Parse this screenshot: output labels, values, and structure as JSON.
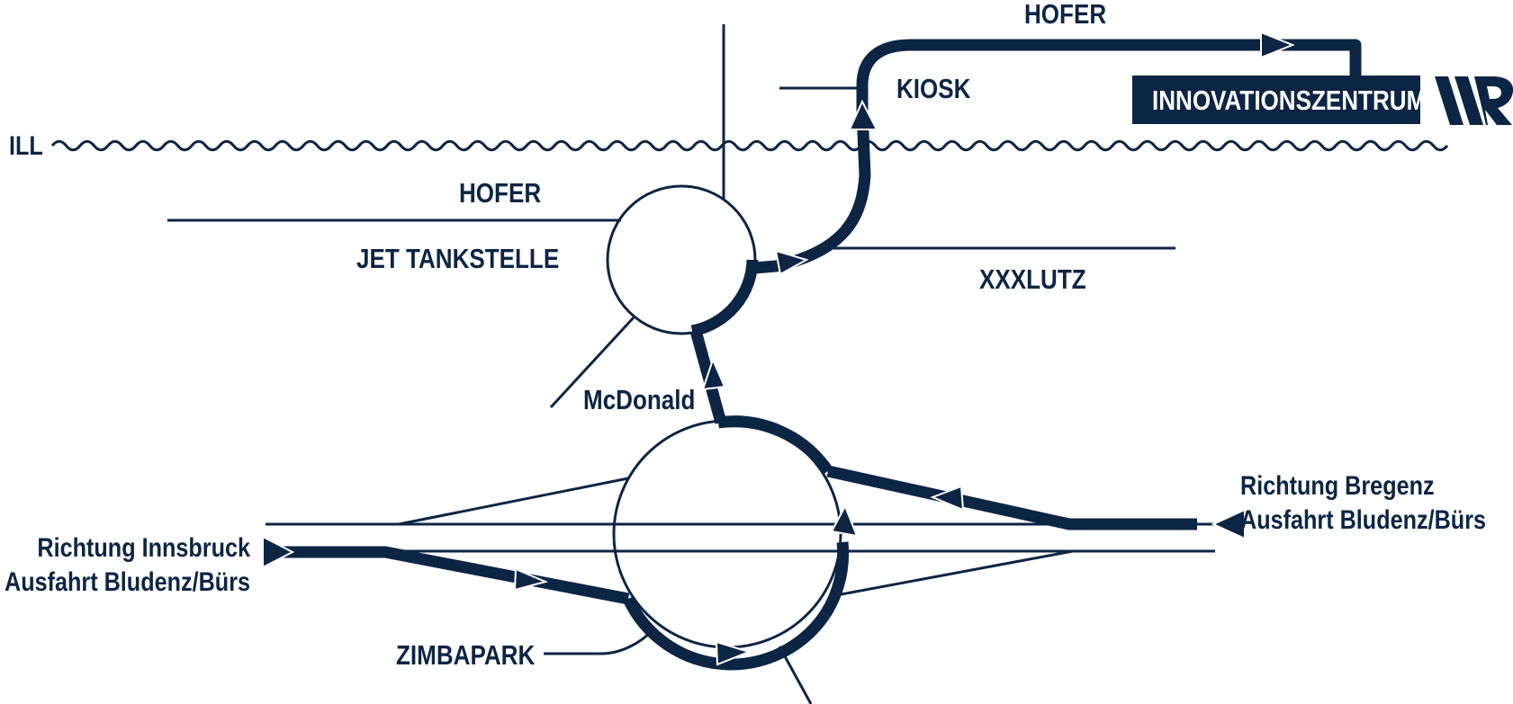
{
  "colors": {
    "ink": "#0d2545",
    "background": "#ffffff"
  },
  "river": {
    "name": "ILL"
  },
  "landmarks": {
    "hofer_top": "HOFER",
    "kiosk": "KIOSK",
    "innovationszentrum": "INNOVATIONSZENTRUM",
    "hofer_left": "HOFER",
    "jet_tankstelle": "JET TANKSTELLE",
    "xxxlutz": "XXXLUTZ",
    "mcdonald": "McDonald",
    "zimbapark": "ZIMBAPARK"
  },
  "directions": {
    "west": {
      "line1": "Richtung Innsbruck",
      "line2": "Ausfahrt Bludenz/Bürs"
    },
    "east": {
      "line1": "Richtung Bregenz",
      "line2": "Ausfahrt Bludenz/Bürs"
    }
  },
  "logo": {
    "name": "wr-logo-icon"
  }
}
